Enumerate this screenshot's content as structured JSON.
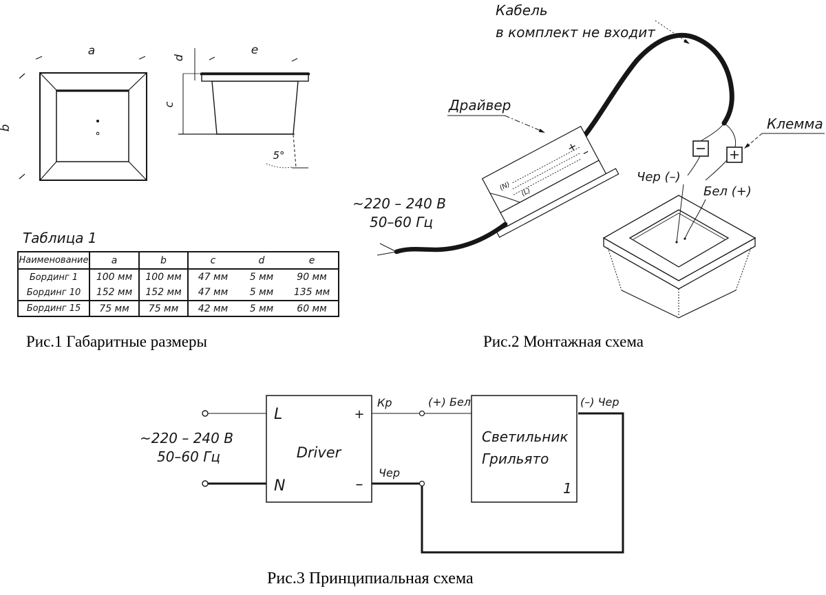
{
  "page": {
    "fig1_caption": "Рис.1 Габаритные размеры",
    "fig2_caption": "Рис.2 Монтажная схема",
    "fig3_caption": "Рис.3 Принципиальная схема"
  },
  "fig1": {
    "dims": {
      "a": "a",
      "b": "b",
      "c": "c",
      "d": "d",
      "e": "e",
      "angle": "5°"
    },
    "table": {
      "title": "Таблица 1",
      "headers": [
        "Наименование",
        "a",
        "b",
        "c",
        "d",
        "e"
      ],
      "rows": [
        {
          "name": "Бординг 1",
          "a": "100 мм",
          "b": "100 мм",
          "c": "47 мм",
          "d": "5 мм",
          "e": "90 мм"
        },
        {
          "name": "Бординг 10",
          "a": "152 мм",
          "b": "152 мм",
          "c": "47 мм",
          "d": "5 мм",
          "e": "135 мм"
        },
        {
          "name": "Бординг 15",
          "a": "75 мм",
          "b": "75 мм",
          "c": "42 мм",
          "d": "5 мм",
          "e": "60 мм"
        }
      ]
    }
  },
  "fig2": {
    "cable_note_line1": "Кабель",
    "cable_note_line2": "в комплект не входит",
    "driver_label": "Драйвер",
    "terminal_label": "Клемма",
    "power_line1": "~220 – 240 В",
    "power_line2": "50–60 Гц",
    "black_wire": "Чер (–)",
    "white_wire": "Бел (+)",
    "plus": "+",
    "minus": "–",
    "n_mark": "(N)",
    "l_mark": "(L)"
  },
  "fig3": {
    "power_line1": "~220 – 240 В",
    "power_line2": "50–60 Гц",
    "driver": {
      "label": "Driver",
      "l": "L",
      "n": "N",
      "plus": "+",
      "minus": "–"
    },
    "luminaire": {
      "name_line1": "Светильник",
      "name_line2": "Грильято",
      "number": "1"
    },
    "wires": {
      "red": "Кр",
      "white": "(+) Бел",
      "black": "Чер",
      "black_right": "(–) Чер"
    }
  }
}
